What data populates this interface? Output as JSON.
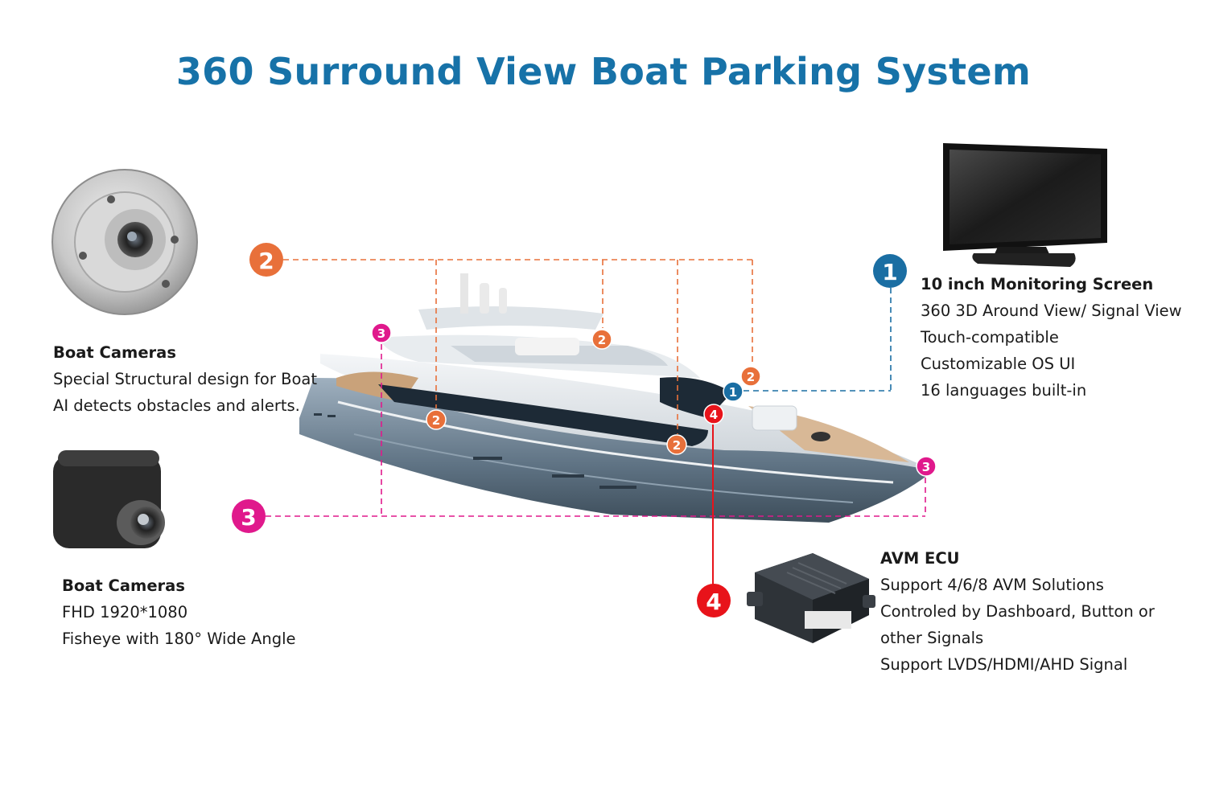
{
  "title": "360 Surround View Boat Parking System",
  "colors": {
    "title": "#1772a8",
    "marker_1": "#1a6ea3",
    "marker_2": "#e8703a",
    "marker_3": "#e0198c",
    "marker_4": "#e8131a"
  },
  "markers": {
    "m1": "1",
    "m2": "2",
    "m3": "3",
    "m4": "4"
  },
  "camera_dome": {
    "icon": "dome-camera-icon",
    "heading": "Boat Cameras",
    "lines": [
      "Special Structural design for Boat",
      "AI detects obstacles and alerts."
    ]
  },
  "camera_fisheye": {
    "icon": "fisheye-camera-icon",
    "heading": "Boat Cameras",
    "lines": [
      "FHD 1920*1080",
      "Fisheye with 180° Wide Angle"
    ]
  },
  "screen": {
    "icon": "monitor-icon",
    "heading": "10 inch Monitoring Screen",
    "lines": [
      "360 3D Around View/ Signal View",
      "Touch-compatible",
      "Customizable OS UI",
      "16 languages built-in"
    ]
  },
  "ecu": {
    "icon": "ecu-box-icon",
    "heading": "AVM ECU",
    "lines": [
      "Support 4/6/8 AVM Solutions",
      "Controled by Dashboard, Button or",
      "other Signals",
      "Support LVDS/HDMI/AHD Signal"
    ]
  },
  "boat": {
    "icon": "yacht-icon"
  }
}
